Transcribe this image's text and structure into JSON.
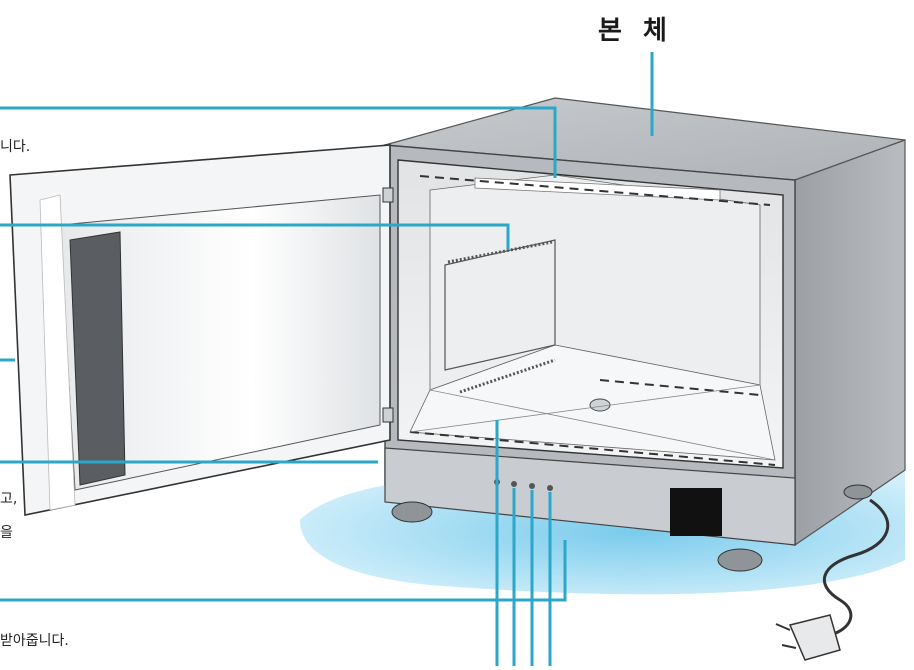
{
  "title": "본 체",
  "fragments": {
    "line1_tail": "니다.",
    "line2_tail": "고,",
    "line3_tail": "을",
    "line4_tail": "받아줍니다."
  },
  "colors": {
    "callout_line": "#2aa7c9",
    "floor_shadow": "#8fd3ef",
    "body_gray": "#9a9ea3",
    "door_white": "#f3f4f5"
  }
}
